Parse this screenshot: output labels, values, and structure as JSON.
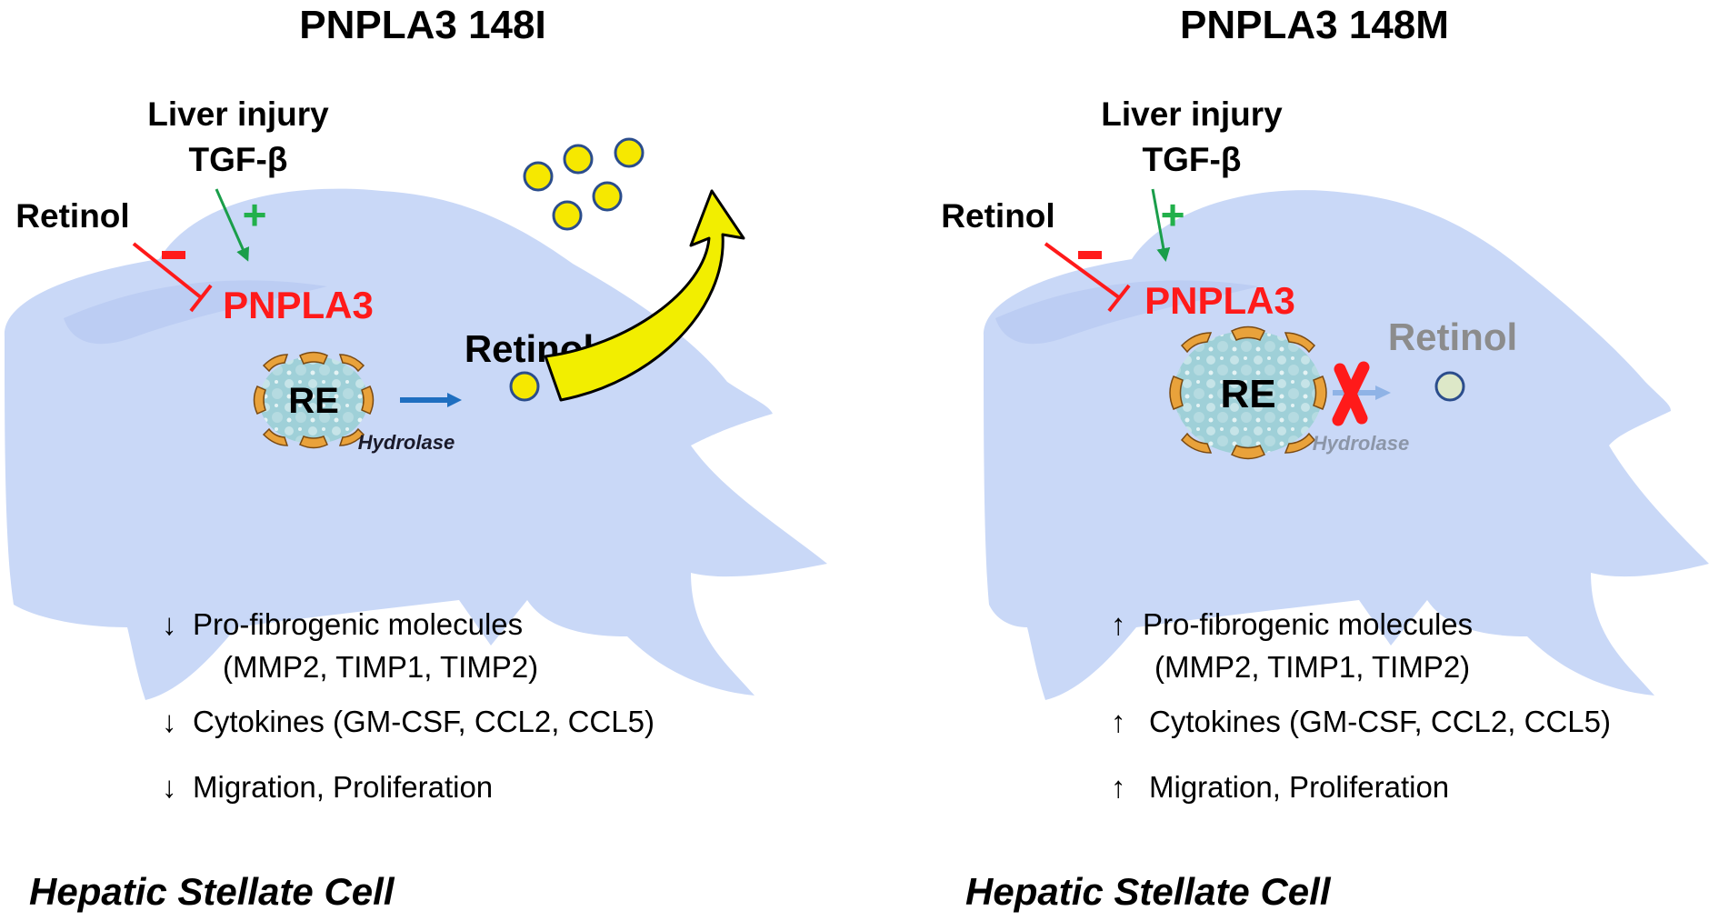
{
  "left_panel": {
    "title": "PNPLA3 148I",
    "stimulus_line1": "Liver injury",
    "stimulus_line2": "TGF-β",
    "plus": "+",
    "inhibitor": "Retinol",
    "minus": "-",
    "enzyme": "PNPLA3",
    "droplet": "RE",
    "hydrolase": "Hydrolase",
    "product": "Retinol",
    "effects": [
      {
        "arrow": "↓",
        "line1": "Pro-fibrogenic molecules",
        "line2": "(MMP2, TIMP1, TIMP2)"
      },
      {
        "arrow": "↓",
        "line1": "Cytokines (GM-CSF, CCL2, CCL5)"
      },
      {
        "arrow": "↓",
        "line1": "Migration, Proliferation"
      }
    ],
    "cell_label": "Hepatic Stellate Cell"
  },
  "right_panel": {
    "title": "PNPLA3 148M",
    "stimulus_line1": "Liver injury",
    "stimulus_line2": "TGF-β",
    "plus": "+",
    "inhibitor": "Retinol",
    "minus": "-",
    "enzyme": "PNPLA3",
    "droplet": "RE",
    "hydrolase": "Hydrolase",
    "product": "Retinol",
    "effects": [
      {
        "arrow": "↑",
        "line1": "Pro-fibrogenic molecules",
        "line2": "(MMP2, TIMP1, TIMP2)"
      },
      {
        "arrow": "↑",
        "line1": "Cytokines (GM-CSF, CCL2, CCL5)"
      },
      {
        "arrow": "↑",
        "line1": "Migration, Proliferation"
      }
    ],
    "cell_label": "Hepatic Stellate Cell"
  },
  "colors": {
    "cell_fill": "#c9d8f7",
    "cell_inner": "#bccdf3",
    "enzyme_red": "#ff1a1a",
    "stimulus_green": "#1a9e4a",
    "plus_green": "#22b04b",
    "hydrolase_arrow": "#1f6fc0",
    "retinol_yellow": "#f6e800",
    "retinol_outline": "#2b4d8c",
    "curved_arrow": "#f2ee00",
    "droplet_cap": "#e9a23b",
    "block_x": "#ff1a1a"
  }
}
